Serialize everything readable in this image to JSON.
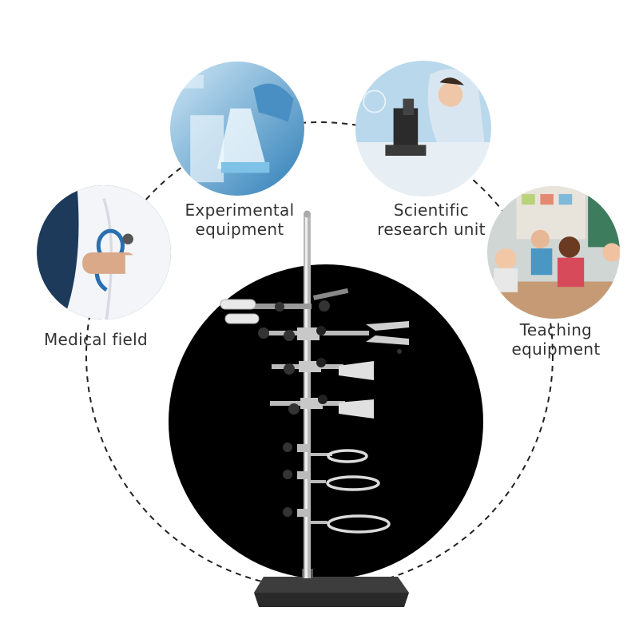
{
  "applications": [
    {
      "id": "medical",
      "label_lines": [
        "Medical field"
      ]
    },
    {
      "id": "experimental",
      "label_lines": [
        "Experimental",
        "equipment"
      ]
    },
    {
      "id": "research",
      "label_lines": [
        "Scientific",
        "research unit"
      ]
    },
    {
      "id": "teaching",
      "label_lines": [
        "Teaching",
        "equipment"
      ]
    }
  ]
}
